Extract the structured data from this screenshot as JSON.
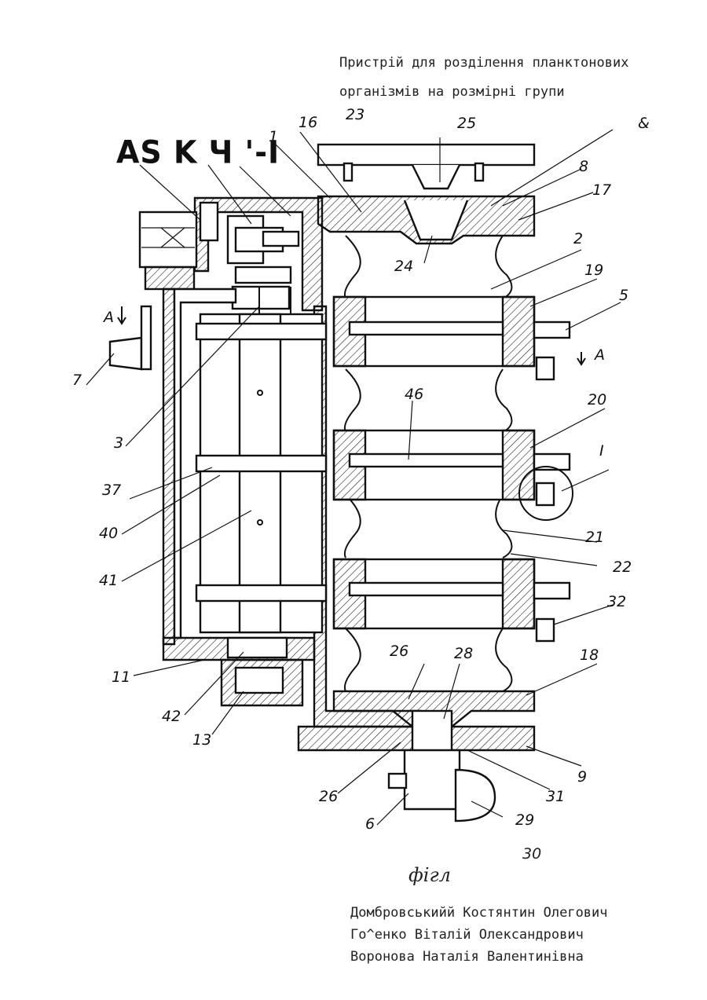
{
  "header": {
    "line1": "Пристрій для розділення планктонових",
    "line2": "організмів на розмірні групи"
  },
  "stamp": "AS K Ч '-I",
  "labels": {
    "l1": "1",
    "l2": "2",
    "l3": "3",
    "l5": "5",
    "l6": "6",
    "l7": "7",
    "l8": "8",
    "l9": "9",
    "l11": "11",
    "l13": "13",
    "l16": "16",
    "l17": "17",
    "l18": "18",
    "l19": "19",
    "l20": "20",
    "l21": "21",
    "l22": "22",
    "l23": "23",
    "l24": "24",
    "l25": "25",
    "l26a": "26",
    "l26b": "26",
    "l28": "28",
    "l29": "29",
    "l31": "31",
    "l32": "32",
    "l37": "37",
    "l40": "40",
    "l41": "41",
    "l42": "42",
    "l46": "46",
    "amp": "&",
    "A1": "A",
    "A2": "A",
    "I": "I"
  },
  "figure_number": "30",
  "caption": "фігл",
  "authors": [
    "Домбровськийй Костянтин Олегович",
    "Го^енко Віталій Олександрович",
    "Воронова Наталія Валентинівна"
  ]
}
